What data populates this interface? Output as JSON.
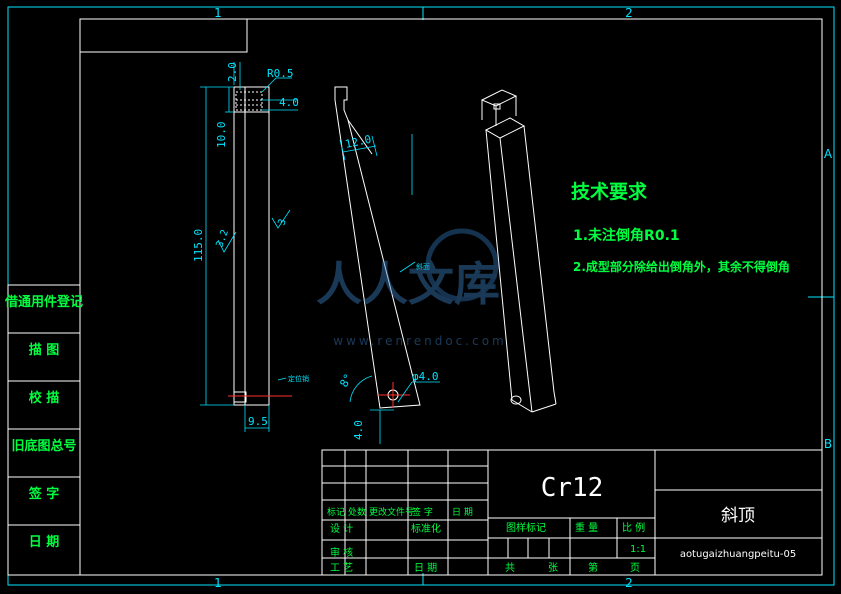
{
  "zone_markers": {
    "top_1": "1",
    "top_2": "2",
    "bottom_1": "1",
    "bottom_2": "2",
    "right_a": "A",
    "right_b": "B"
  },
  "dimensions": {
    "d_2_0": "2.0",
    "d_r0_5": "R0.5",
    "d_4_0_top": "4.0",
    "d_10_0": "10.0",
    "d_115_0": "115.0",
    "d_9_5": "9.5",
    "d_12_0": "12.0",
    "d_8deg": "8°",
    "d_phi4_0": "φ4.0",
    "d_4_0_bottom": "4.0",
    "rough_3_2": "3.2",
    "rough_3": "3"
  },
  "callouts": {
    "left_hole": "定位销",
    "mid_face": "斜面"
  },
  "tech_req": {
    "title": "技术要求",
    "line1": "1.未注倒角R0.1",
    "line2": "2.成型部分除给出倒角外，其余不得倒角"
  },
  "watermark": {
    "brand": "人人文库",
    "url": "www.renrendoc.com"
  },
  "left_column": {
    "r1": "借通用件登记",
    "r2": "描  图",
    "r3": "校  描",
    "r4": "旧底图总号",
    "r5": "签  字",
    "r6": "日  期"
  },
  "title_block": {
    "material": "Cr12",
    "part_name": "斜顶",
    "drawing_no": "aotugaizhuangpeitu-05",
    "rev_headers": [
      "标记",
      "处数",
      "更改文件号",
      "签  字",
      "日  期"
    ],
    "design": "设  计",
    "standard": "标准化",
    "review": "审  核",
    "process": "工  艺",
    "date2": "日  期",
    "stage_mark": "图样标记",
    "weight": "重  量",
    "scale_label": "比  例",
    "scale_value": "1:1",
    "total": "共",
    "sheets": "张",
    "sheet_no": "第",
    "page": "页"
  },
  "colors": {
    "frame": "#ffffff",
    "dim": "#00e5ff",
    "text": "#00ff40",
    "center": "#ff3030",
    "bg": "#000000"
  }
}
